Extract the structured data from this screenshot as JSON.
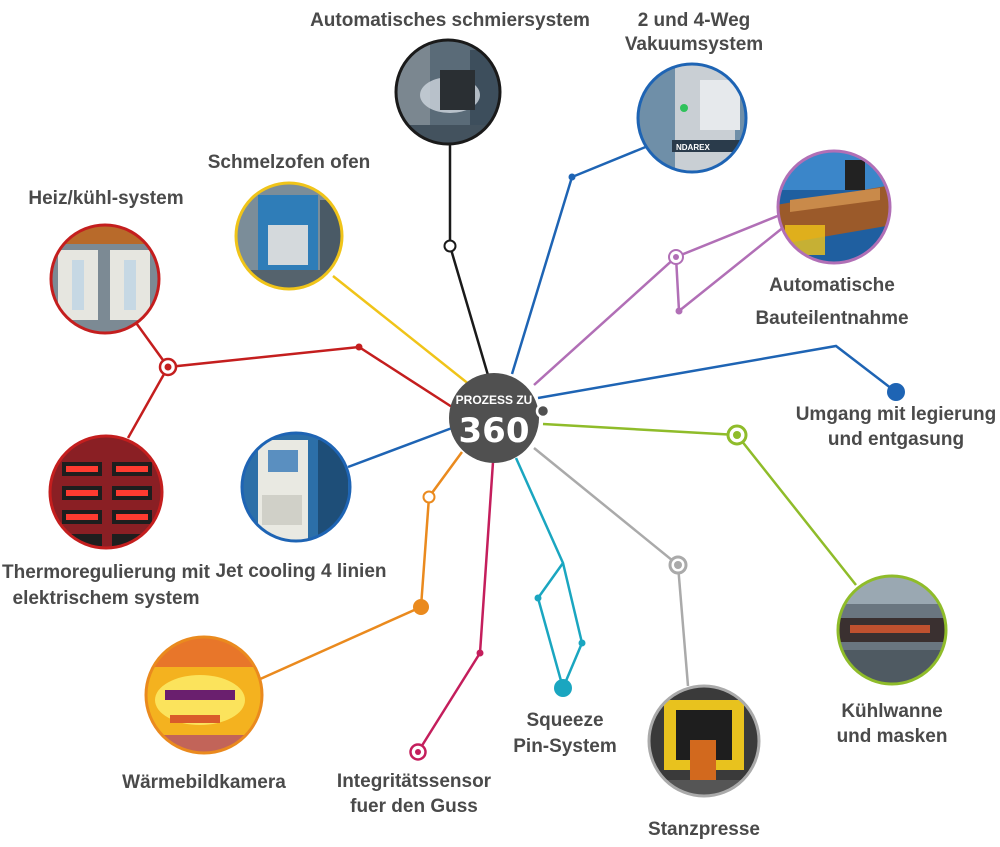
{
  "hub": {
    "line1": "PROZESS ZU",
    "line2": "360",
    "color": "#505050"
  },
  "nodes": [
    {
      "id": "schmiersystem",
      "lines": [
        "Automatisches schmiersystem"
      ],
      "color": "#1a1a1a",
      "photo": "lubrication-machine-photo"
    },
    {
      "id": "vakuum",
      "lines": [
        "2 und 4-Weg",
        "Vakuumsystem"
      ],
      "color": "#1e64b4",
      "photo": "vacuum-unit-photo"
    },
    {
      "id": "bauteilentnahme",
      "lines": [
        "Automatische",
        "Bauteilentnahme"
      ],
      "color": "#b16fb6",
      "photo": "robot-extraction-photo"
    },
    {
      "id": "legierung",
      "lines": [
        "Umgang mit legierung",
        "und entgasung"
      ],
      "color": "#1e64b4",
      "photo": ""
    },
    {
      "id": "kuehlwanne",
      "lines": [
        "Kühlwanne",
        "und masken"
      ],
      "color": "#8fbc2a",
      "photo": "cooling-tray-photo"
    },
    {
      "id": "stanzpresse",
      "lines": [
        "Stanzpresse"
      ],
      "color": "#aaaaaa",
      "photo": "trim-press-photo"
    },
    {
      "id": "squeeze",
      "lines": [
        "Squeeze",
        "Pin-System"
      ],
      "color": "#1aa6c0",
      "photo": ""
    },
    {
      "id": "integritaet",
      "lines": [
        "Integritätssensor",
        "fuer den Guss"
      ],
      "color": "#c41e5c",
      "photo": ""
    },
    {
      "id": "waermebild",
      "lines": [
        "Wärmebildkamera"
      ],
      "color": "#ea8a1e",
      "photo": "thermal-image-photo"
    },
    {
      "id": "jetcooling",
      "lines": [
        "Jet cooling 4 linien"
      ],
      "color": "#1e64b4",
      "photo": "jet-cooling-cabinet-photo"
    },
    {
      "id": "thermoregulierung",
      "lines": [
        "Thermoregulierung mit",
        "elektrischem system"
      ],
      "color": "#c41e1e",
      "photo": "temperature-display-photo"
    },
    {
      "id": "heizkuehl",
      "lines": [
        "Heiz/kühl-system"
      ],
      "color": "#c41e1e",
      "photo": "flow-meter-panel-photo"
    },
    {
      "id": "schmelzofen",
      "lines": [
        "Schmelzofen ofen"
      ],
      "color": "#f0c419",
      "photo": "melting-furnace-photo"
    }
  ]
}
